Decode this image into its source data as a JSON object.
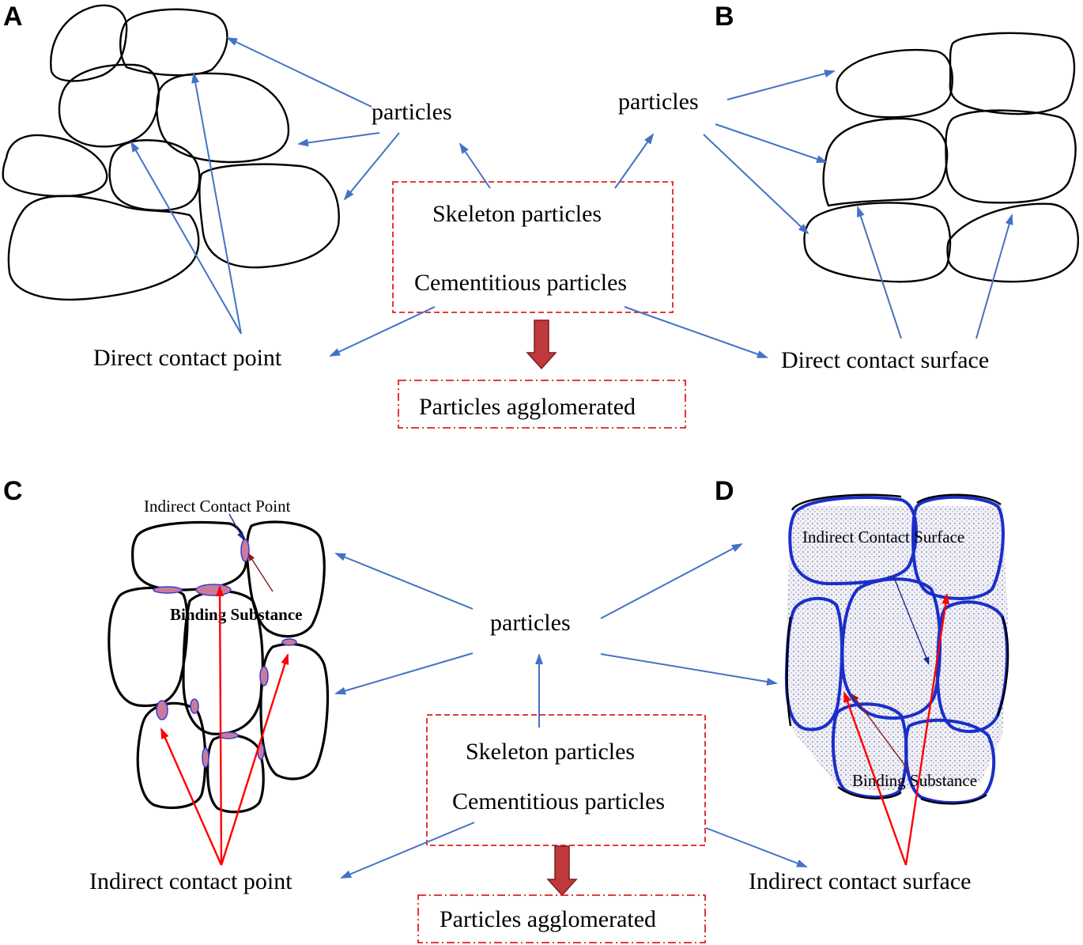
{
  "panels": {
    "A": {
      "letter": "A",
      "particles_label": "particles",
      "contact_label": "Direct contact point"
    },
    "B": {
      "letter": "B",
      "particles_label": "particles",
      "contact_label": "Direct contact surface"
    },
    "C": {
      "letter": "C",
      "inner_contact_label": "Indirect Contact Point",
      "binding_label": "Binding Substance",
      "contact_label": "Indirect contact point"
    },
    "D": {
      "letter": "D",
      "inner_contact_label": "Indirect Contact Surface",
      "binding_label": "Binding Substance",
      "contact_label": "Indirect contact surface"
    }
  },
  "top_center": {
    "skeleton": "Skeleton particles",
    "cementitious": "Cementitious particles",
    "result": "Particles agglomerated"
  },
  "bottom_center": {
    "particles_label": "particles",
    "skeleton": "Skeleton particles",
    "cementitious": "Cementitious particles",
    "result": "Particles agglomerated"
  },
  "colors": {
    "arrow_blue": "#4472c4",
    "arrow_red": "#ff0000",
    "box_red": "#e02020",
    "binder_blue": "#1a2fc9",
    "big_arrow": "#c0393b"
  }
}
